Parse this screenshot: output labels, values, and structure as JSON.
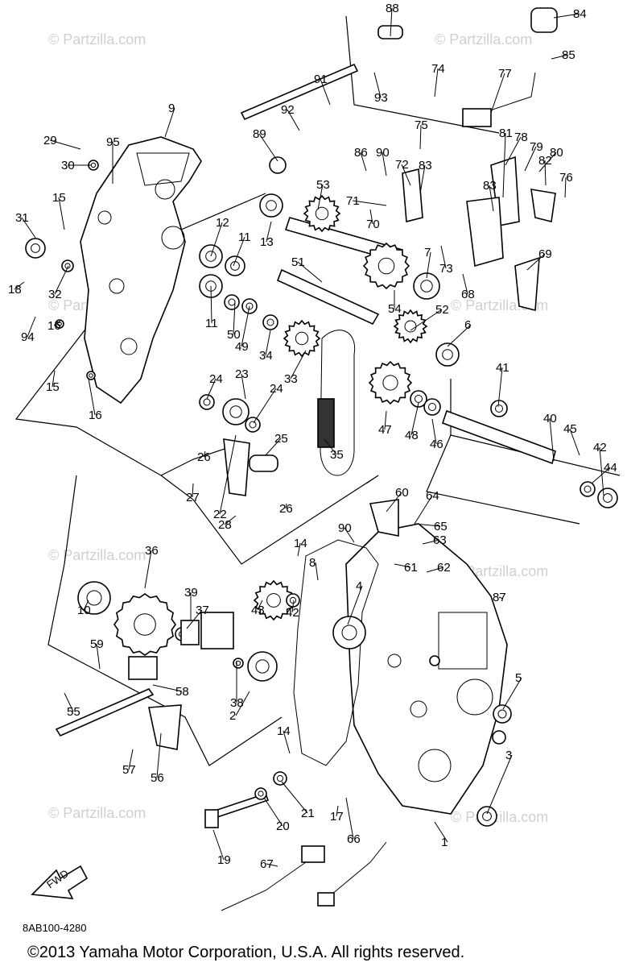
{
  "diagram": {
    "drawing_code": "8AB100-4280",
    "copyright": "©2013 Yamaha Motor Corporation, U.S.A. All rights reserved.",
    "watermark": "© Partzilla.com",
    "direction_label": "FWD",
    "callouts": [
      "1",
      "2",
      "3",
      "4",
      "5",
      "6",
      "7",
      "8",
      "9",
      "10",
      "11",
      "11",
      "12",
      "13",
      "14",
      "14",
      "15",
      "15",
      "16",
      "16",
      "17",
      "18",
      "19",
      "20",
      "21",
      "22",
      "23",
      "24",
      "24",
      "25",
      "26",
      "26",
      "27",
      "28",
      "29",
      "30",
      "31",
      "32",
      "33",
      "34",
      "35",
      "36",
      "37",
      "38",
      "39",
      "40",
      "41",
      "42",
      "42",
      "43",
      "44",
      "45",
      "46",
      "47",
      "48",
      "49",
      "50",
      "51",
      "52",
      "53",
      "54",
      "55",
      "56",
      "57",
      "58",
      "59",
      "60",
      "61",
      "62",
      "63",
      "64",
      "65",
      "66",
      "67",
      "68",
      "69",
      "70",
      "71",
      "72",
      "73",
      "74",
      "75",
      "76",
      "77",
      "78",
      "79",
      "80",
      "81",
      "82",
      "83",
      "83",
      "84",
      "85",
      "86",
      "87",
      "88",
      "89",
      "90",
      "90",
      "91",
      "92",
      "93",
      "94",
      "95"
    ]
  }
}
